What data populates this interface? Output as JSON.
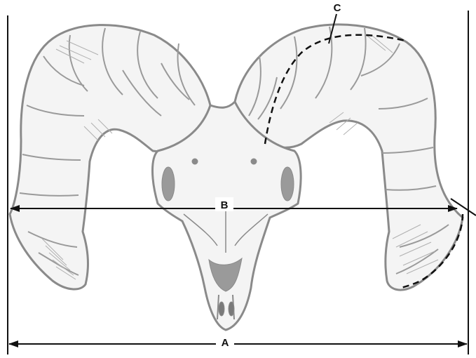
{
  "labels": {
    "a": "A",
    "b": "B",
    "c": "C"
  },
  "colors": {
    "ink": "#111111",
    "skull": "#8a8a8a",
    "skull_fill": "#f4f4f4",
    "texture": "#b0b0b0"
  }
}
